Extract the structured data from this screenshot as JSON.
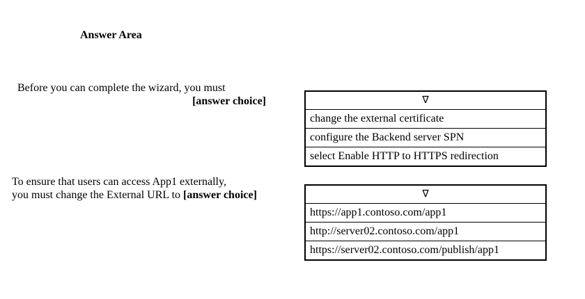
{
  "page": {
    "title": "Answer Area"
  },
  "questions": [
    {
      "prompt_line1": "Before you can complete the wizard, you must",
      "prompt_line2": "[answer choice]",
      "dropdown": {
        "arrow": "∇",
        "options": [
          "change the external certificate",
          "configure the Backend server SPN",
          "select Enable HTTP to HTTPS redirection"
        ]
      }
    },
    {
      "prompt_line1": "To ensure that users can access App1 externally,",
      "prompt_line2_prefix": "you must change the External URL to ",
      "prompt_line2_bold": "[answer choice]",
      "dropdown": {
        "arrow": "∇",
        "options": [
          "https://app1.contoso.com/app1",
          "http://server02.contoso.com/app1",
          "https://server02.contoso.com/publish/app1"
        ]
      }
    }
  ]
}
